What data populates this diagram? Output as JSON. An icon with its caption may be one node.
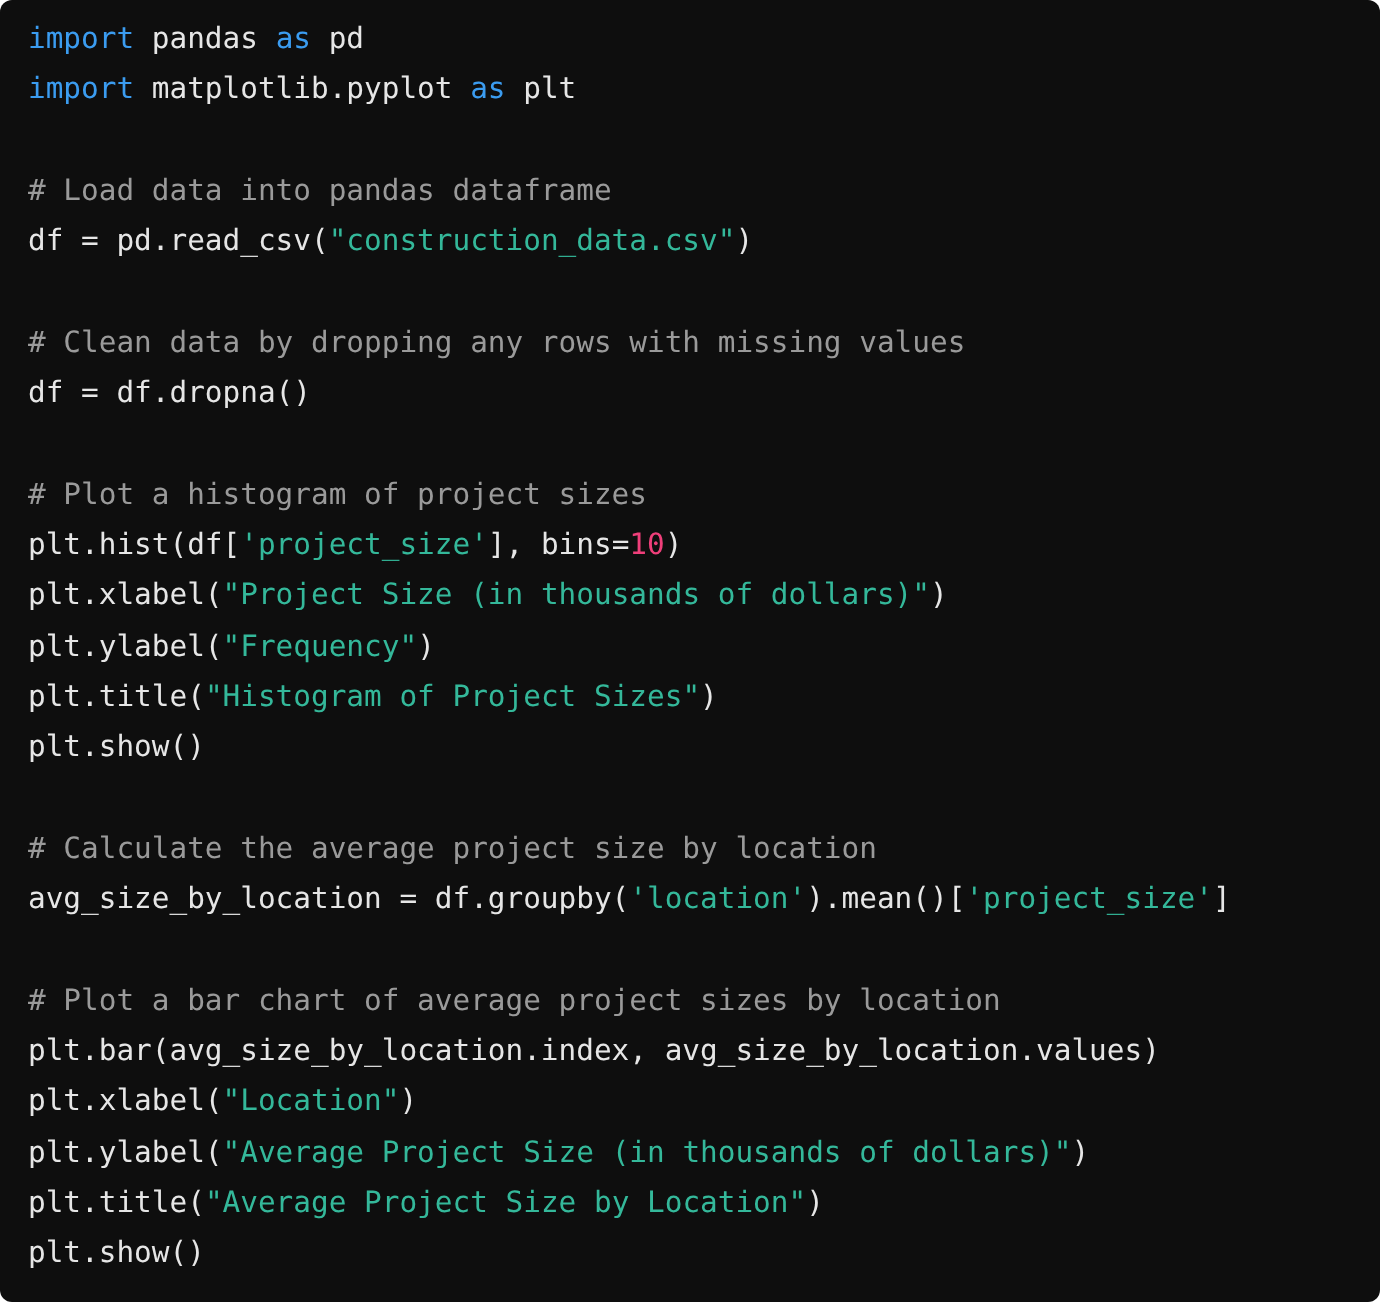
{
  "diagram": {
    "labels": [
      "import pandas as pd",
      "import matplotlib.pyplot as plt",
      "# Load data into pandas dataframe",
      "df = pd.read_csv(\"construction_data.csv\")",
      "# Clean data by dropping any rows with missing values",
      "df = df.dropna()",
      "# Plot a histogram of project sizes",
      "plt.hist(df['project_size'], bins=10)",
      "plt.xlabel(\"Project Size (in thousands of dollars)\")",
      "plt.ylabel(\"Frequency\")",
      "plt.title(\"Histogram of Project Sizes\")",
      "plt.show()",
      "# Calculate the average project size by location",
      "avg_size_by_location = df.groupby('location').mean()['project_size']",
      "# Plot a bar chart of average project sizes by location",
      "plt.bar(avg_size_by_location.index, avg_size_by_location.values)",
      "plt.xlabel(\"Location\")",
      "plt.ylabel(\"Average Project Size (in thousands of dollars)\")",
      "plt.title(\"Average Project Size by Location\")",
      "plt.show()"
    ]
  }
}
